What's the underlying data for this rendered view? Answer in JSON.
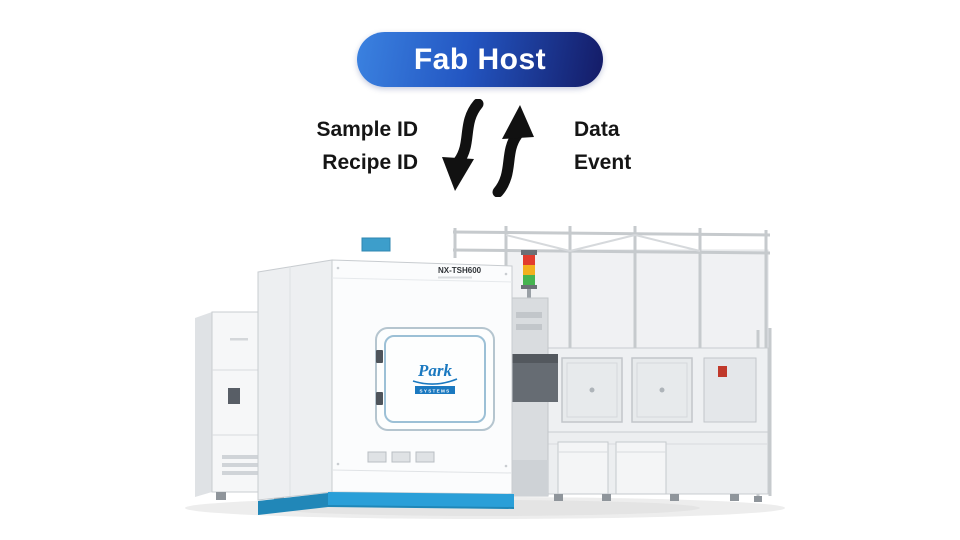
{
  "header": {
    "fab_host_label": "Fab Host",
    "pill_gradient_start": "#3b82e0",
    "pill_gradient_end": "#141b66"
  },
  "flows": {
    "to_tool": {
      "lines": [
        "Sample ID",
        "Recipe ID"
      ]
    },
    "to_host": {
      "lines": [
        "Data",
        "Event"
      ]
    },
    "arrow_color": "#111111"
  },
  "machine": {
    "model_label": "NX-TSH600",
    "brand_name": "Park",
    "brand_sub": "SYSTEMS",
    "brand_color": "#1b79c0",
    "base_color": "#2a9fd8",
    "signal_tower_colors": [
      "#e23c2e",
      "#f2b01e",
      "#46b450"
    ]
  }
}
